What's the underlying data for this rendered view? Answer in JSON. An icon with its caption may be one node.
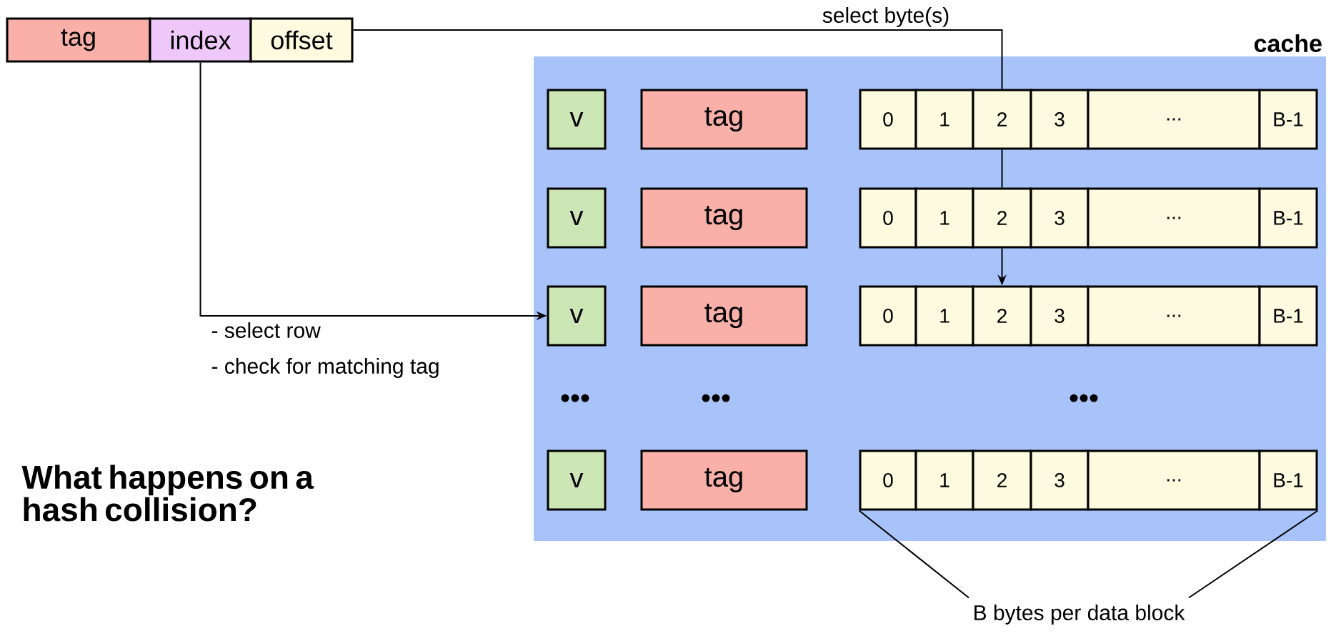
{
  "diagram": {
    "title": "What happens on a hash collision?",
    "nodes": [
      {
        "text": [
          "tag"
        ]
      },
      {
        "text": [
          "index"
        ]
      },
      {
        "text": [
          "offset"
        ]
      },
      {
        "text": [
          "cache"
        ]
      },
      {
        "text": [
          "v"
        ],
        "in": 3
      },
      {
        "text": [
          "tag"
        ],
        "in": 3
      },
      {
        "text": [
          "0"
        ],
        "in": 3
      },
      {
        "text": [
          "1"
        ],
        "in": 3
      },
      {
        "text": [
          "2"
        ],
        "in": 3
      },
      {
        "text": [
          "3"
        ],
        "in": 3
      },
      {
        "text": [
          "..."
        ],
        "in": 3
      },
      {
        "text": [
          "B-1"
        ],
        "in": 3
      },
      {
        "text": [
          "v"
        ],
        "in": 3
      },
      {
        "text": [
          "tag"
        ],
        "in": 3
      },
      {
        "text": [
          "0"
        ],
        "in": 3
      },
      {
        "text": [
          "1"
        ],
        "in": 3
      },
      {
        "text": [
          "2"
        ],
        "in": 3
      },
      {
        "text": [
          "3"
        ],
        "in": 3
      },
      {
        "text": [
          "..."
        ],
        "in": 3
      },
      {
        "text": [
          "B-1"
        ],
        "in": 3
      },
      {
        "text": [
          "v"
        ],
        "in": 3
      },
      {
        "text": [
          "tag"
        ],
        "in": 3
      },
      {
        "text": [
          "0"
        ],
        "in": 3
      },
      {
        "text": [
          "1"
        ],
        "in": 3
      },
      {
        "text": [
          "2"
        ],
        "in": 3
      },
      {
        "text": [
          "3"
        ],
        "in": 3
      },
      {
        "text": [
          "..."
        ],
        "in": 3
      },
      {
        "text": [
          "B-1"
        ],
        "in": 3
      },
      {
        "text": [
          "v"
        ],
        "in": 3
      },
      {
        "text": [
          "tag"
        ],
        "in": 3
      },
      {
        "text": [
          "0"
        ],
        "in": 3
      },
      {
        "text": [
          "1"
        ],
        "in": 3
      },
      {
        "text": [
          "2"
        ],
        "in": 3
      },
      {
        "text": [
          "3"
        ],
        "in": 3
      },
      {
        "text": [
          "..."
        ],
        "in": 3
      },
      {
        "text": [
          "B-1"
        ],
        "in": 3
      },
      {
        "text": [
          "B bytes per data block"
        ]
      }
    ],
    "edges": [
      {
        "from": 2,
        "to": 8,
        "arrow": "none",
        "label": "select byte(s)"
      },
      {
        "from": 8,
        "to": 16,
        "arrow": "none"
      },
      {
        "from": 16,
        "to": 24,
        "arrow": "to"
      },
      {
        "from": 1,
        "to": 20,
        "arrow": "to"
      },
      {
        "from": 36,
        "to": 30,
        "arrow": "none"
      },
      {
        "from": 36,
        "to": 35,
        "arrow": "none"
      }
    ],
    "labels": [
      "- select row",
      "- check for matching tag",
      "•••",
      "•••",
      "•••"
    ]
  }
}
